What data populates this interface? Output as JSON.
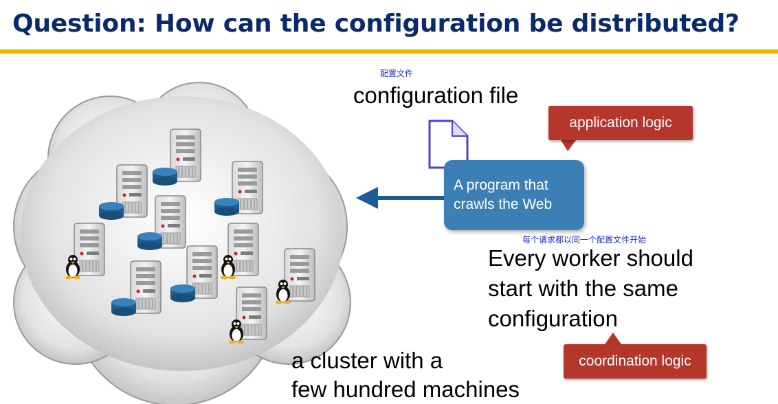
{
  "title": "Question: How can the configuration be distributed?",
  "annotation_config_cn": "配置文件",
  "config_file_label": "configuration file",
  "application_logic": "application logic",
  "program_line1": "A program that",
  "program_line2": "crawls the Web",
  "annotation_worker_cn": "每个请求都以同一个配置文件开始",
  "worker_line1": "Every worker should",
  "worker_line2": "start with the same",
  "worker_line3": "configuration",
  "coordination_logic": "coordination logic",
  "cluster_line1": "a cluster with a",
  "cluster_line2": "few hundred machines",
  "colors": {
    "title": "#0a2a6b",
    "rule": "#f0b400",
    "callout": "#b5362a",
    "program": "#3b7fb4",
    "annotation": "#1a2bd6"
  }
}
